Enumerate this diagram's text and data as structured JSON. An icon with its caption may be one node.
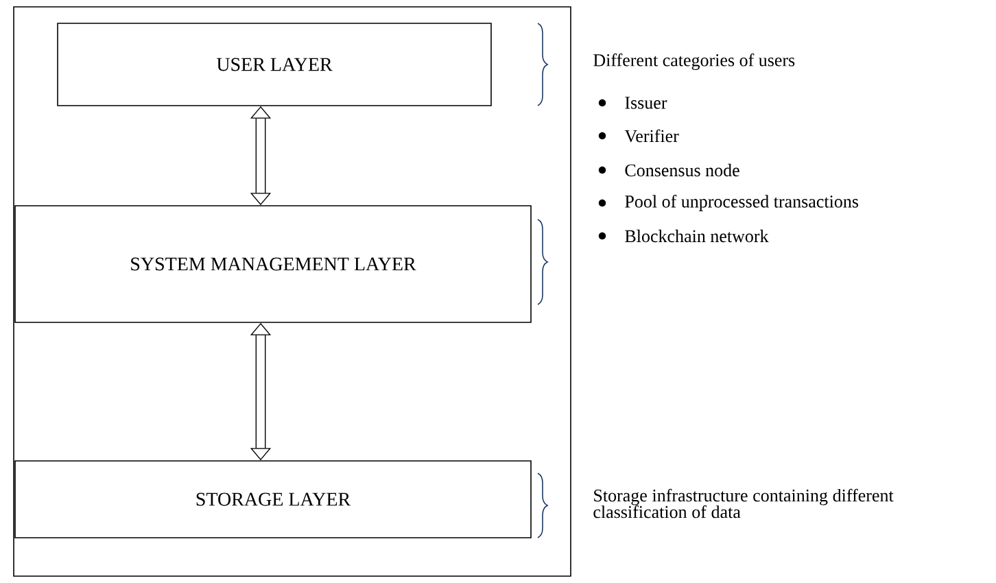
{
  "diagram": {
    "nodes": [
      {
        "text": [],
        "shape": "box"
      },
      {
        "text": [
          "USER LAYER"
        ],
        "in": 0
      },
      {
        "text": [
          "SYSTEM MANAGEMENT LAYER"
        ],
        "in": 0
      },
      {
        "text": [
          "STORAGE LAYER"
        ],
        "in": 0
      }
    ],
    "edges": [
      {
        "from": 1,
        "to": 2,
        "arrow": "both"
      },
      {
        "from": 2,
        "to": 3,
        "arrow": "both"
      }
    ],
    "labels": [
      "Different categories of users",
      "Issuer",
      "Verifier",
      "Consensus node",
      "Pool of unprocessed transactions",
      "Blockchain network",
      "Storage infrastructure containing different classification of data"
    ]
  }
}
